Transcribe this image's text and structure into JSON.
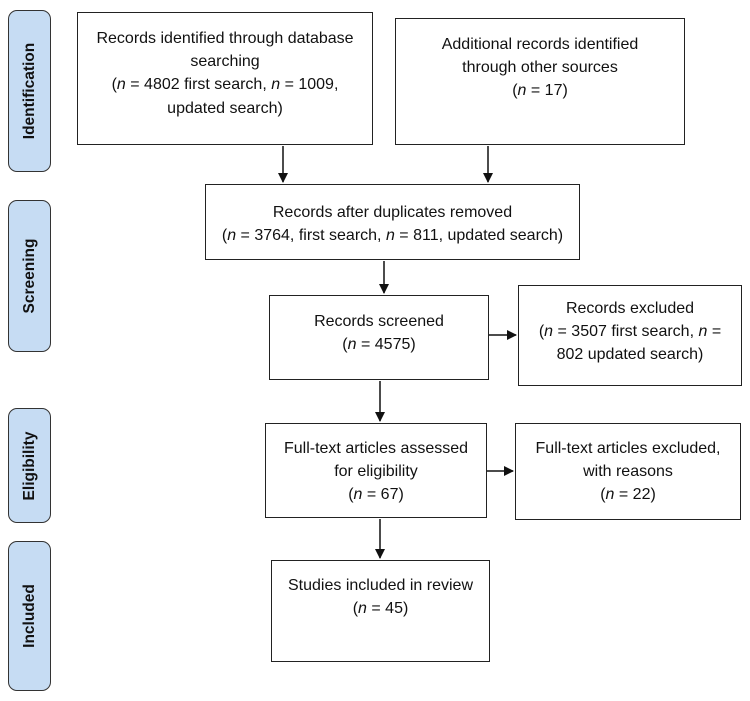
{
  "phases": {
    "identification": "Identification",
    "screening": "Screening",
    "eligibility": "Eligibility",
    "included": "Included"
  },
  "boxes": {
    "database": {
      "lines": [
        [
          {
            "t": "Records identified through database"
          }
        ],
        [
          {
            "t": "searching"
          }
        ],
        [
          {
            "t": "("
          },
          {
            "t": "n",
            "i": true
          },
          {
            "t": " = 4802 first search, "
          },
          {
            "t": "n",
            "i": true
          },
          {
            "t": " = 1009,"
          }
        ],
        [
          {
            "t": "updated search)"
          }
        ]
      ]
    },
    "other_sources": {
      "lines": [
        [
          {
            "t": "Additional records identified"
          }
        ],
        [
          {
            "t": "through other sources"
          }
        ],
        [
          {
            "t": "("
          },
          {
            "t": "n",
            "i": true
          },
          {
            "t": " = 17)"
          }
        ]
      ]
    },
    "duplicates_removed": {
      "lines": [
        [
          {
            "t": "Records after duplicates removed"
          }
        ],
        [
          {
            "t": "("
          },
          {
            "t": "n",
            "i": true
          },
          {
            "t": " = 3764, first search, "
          },
          {
            "t": "n",
            "i": true
          },
          {
            "t": " = 811, updated search)"
          }
        ]
      ]
    },
    "screened": {
      "lines": [
        [
          {
            "t": "Records screened"
          }
        ],
        [
          {
            "t": "("
          },
          {
            "t": "n",
            "i": true
          },
          {
            "t": " = 4575)"
          }
        ]
      ]
    },
    "excluded": {
      "lines": [
        [
          {
            "t": "Records excluded"
          }
        ],
        [
          {
            "t": "("
          },
          {
            "t": "n",
            "i": true
          },
          {
            "t": " = 3507 first search, "
          },
          {
            "t": "n",
            "i": true
          },
          {
            "t": " ="
          }
        ],
        [
          {
            "t": "802 updated search)"
          }
        ]
      ]
    },
    "fulltext_assessed": {
      "lines": [
        [
          {
            "t": "Full-text articles assessed"
          }
        ],
        [
          {
            "t": "for eligibility"
          }
        ],
        [
          {
            "t": "("
          },
          {
            "t": "n",
            "i": true
          },
          {
            "t": " = 67)"
          }
        ]
      ]
    },
    "fulltext_excluded": {
      "lines": [
        [
          {
            "t": "Full-text articles excluded,"
          }
        ],
        [
          {
            "t": "with reasons"
          }
        ],
        [
          {
            "t": "("
          },
          {
            "t": "n",
            "i": true
          },
          {
            "t": " = 22)"
          }
        ]
      ]
    },
    "included": {
      "lines": [
        [
          {
            "t": "Studies included in review"
          }
        ],
        [
          {
            "t": "("
          },
          {
            "t": "n",
            "i": true
          },
          {
            "t": " = 45)"
          }
        ]
      ]
    }
  }
}
